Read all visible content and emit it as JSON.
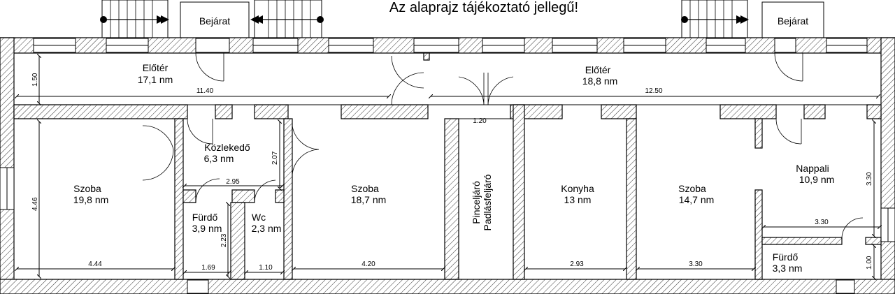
{
  "title": "Az alaprajz tájékoztató jellegű!",
  "entrances": [
    "Bejárat",
    "Bejárat"
  ],
  "rooms": [
    {
      "name": "Előtér",
      "area": "17,1 nm"
    },
    {
      "name": "Előtér",
      "area": "18,8 nm"
    },
    {
      "name": "Közlekedő",
      "area": "6,3 nm"
    },
    {
      "name": "Szoba",
      "area": "19,8 nm"
    },
    {
      "name": "Fürdő",
      "area": "3,9 nm"
    },
    {
      "name": "Wc",
      "area": "2,3 nm"
    },
    {
      "name": "Szoba",
      "area": "18,7 nm"
    },
    {
      "name": "Pinceljáró",
      "area": "Padlásfeljáró"
    },
    {
      "name": "Konyha",
      "area": "13 nm"
    },
    {
      "name": "Szoba",
      "area": "14,7 nm"
    },
    {
      "name": "Nappali",
      "area": "10,9 nm"
    },
    {
      "name": "Fürdő",
      "area": "3,3 nm"
    }
  ],
  "dimensions": {
    "d150": "1.50",
    "d1140": "11.40",
    "d1250": "12.50",
    "d120": "1.20",
    "d207": "2.07",
    "d295": "2.95",
    "d446": "4.46",
    "d444": "4.44",
    "d223": "2.23",
    "d169": "1.69",
    "d110": "1.10",
    "d420": "4.20",
    "d293": "2.93",
    "d330a": "3.30",
    "d330b": "3.30",
    "d330c": "3.30",
    "d100": "1.00"
  }
}
